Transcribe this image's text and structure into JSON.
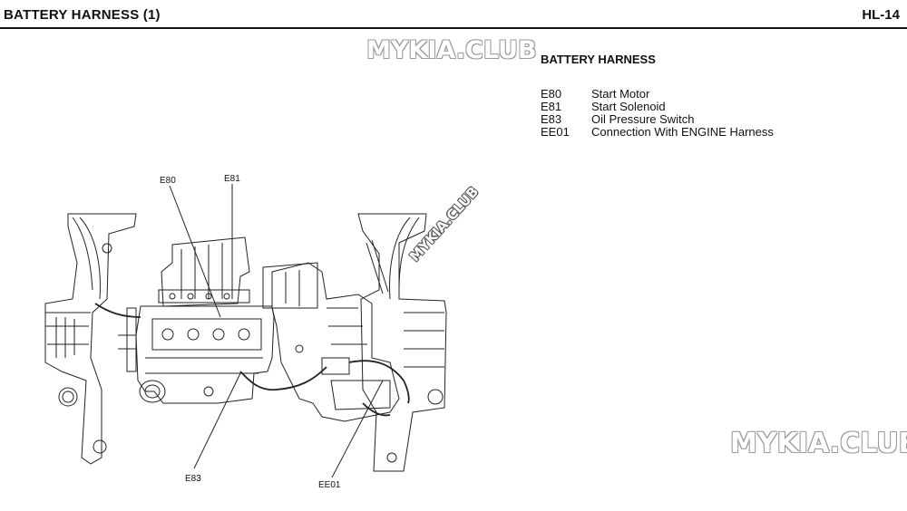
{
  "header": {
    "title": "BATTERY HARNESS (1)",
    "page": "HL-14"
  },
  "legend": {
    "title": "BATTERY HARNESS",
    "items": [
      {
        "code": "E80",
        "desc": "Start Motor"
      },
      {
        "code": "E81",
        "desc": "Start Solenoid"
      },
      {
        "code": "E83",
        "desc": "Oil Pressure Switch"
      },
      {
        "code": "EE01",
        "desc": "Connection With ENGINE Harness"
      }
    ]
  },
  "callouts": {
    "e80": "E80",
    "e81": "E81",
    "e83": "E83",
    "ee01": "EE01"
  },
  "watermarks": {
    "top": "MYKIA.CLUB",
    "diagonal": "MYKIA.CLUB",
    "bottom": "MYKIA.CLUB"
  }
}
